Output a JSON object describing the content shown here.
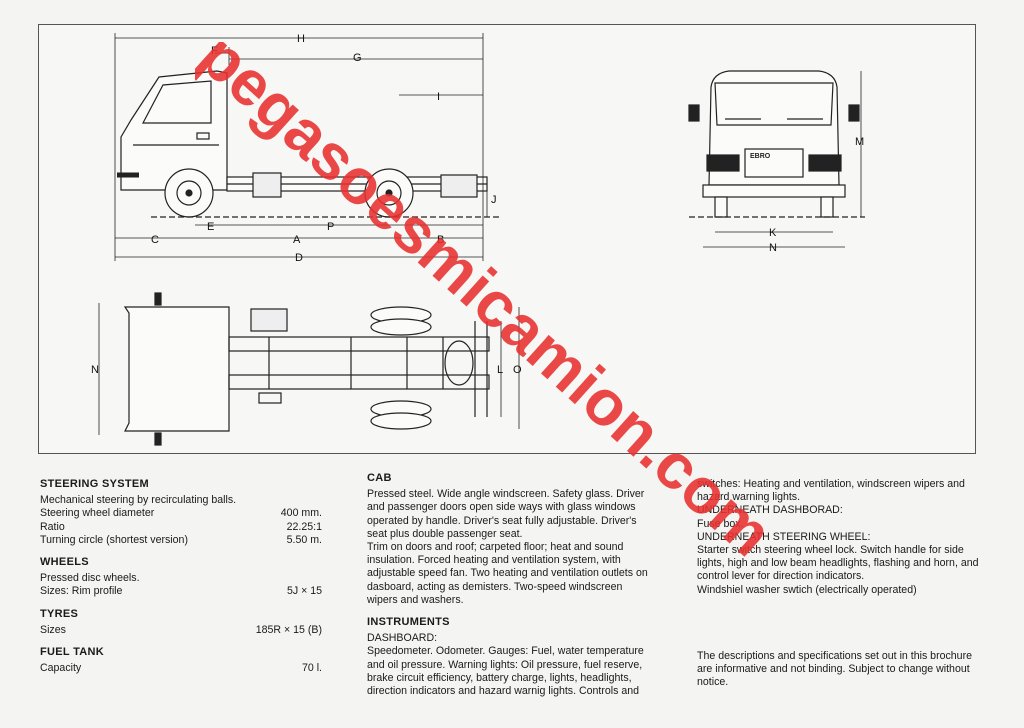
{
  "dimension_labels": {
    "side": [
      "H",
      "F",
      "G",
      "I",
      "J",
      "E",
      "P",
      "C",
      "A",
      "B",
      "D"
    ],
    "front": [
      "M",
      "K",
      "N"
    ],
    "top": [
      "N",
      "L",
      "O"
    ]
  },
  "cab_badge": "EBRO",
  "watermark": "pegasoesmicamion.com",
  "steering": {
    "title": "STEERING SYSTEM",
    "intro": "Mechanical steering by recirculating balls.",
    "rows": [
      {
        "label": "Steering wheel diameter",
        "value": "400 mm."
      },
      {
        "label": "Ratio",
        "value": "22.25:1"
      },
      {
        "label": "Turning circle (shortest version)",
        "value": "5.50 m."
      }
    ]
  },
  "wheels": {
    "title": "WHEELS",
    "intro": "Pressed disc wheels.",
    "rows": [
      {
        "label": "Sizes: Rim profile",
        "value": "5J × 15"
      }
    ]
  },
  "tyres": {
    "title": "TYRES",
    "rows": [
      {
        "label": "Sizes",
        "value": "185R × 15 (B)"
      }
    ]
  },
  "fuel": {
    "title": "FUEL TANK",
    "rows": [
      {
        "label": "Capacity",
        "value": "70 l."
      }
    ]
  },
  "cab": {
    "title": "CAB",
    "text": "Pressed steel. Wide angle windscreen. Safety glass. Driver and passenger doors open side ways with glass windows operated by handle. Driver's seat fully adjustable. Driver's seat plus double passenger seat.",
    "text2": "Trim on doors and roof; carpeted floor; heat and sound insulation. Forced heating and ventilation system, with adjustable speed fan. Two heating and ventilation outlets on dasboard, acting as demisters. Two-speed windscreen wipers and washers."
  },
  "instruments": {
    "title": "INSTRUMENTS",
    "dash_title": "DASHBOARD:",
    "dash_text": "Speedometer. Odometer. Gauges: Fuel, water temperature and oil pressure. Warning lights: Oil pressure, fuel reserve, brake circuit efficiency, battery charge, lights, headlights, direction indicators and hazard warnig lights. Controls and"
  },
  "col3": {
    "switches": "switches: Heating and ventilation, windscreen wipers and hazard warning lights.",
    "under_dash_title": "UNDERNEATH DASHBORAD:",
    "under_dash_text": "Fuse box.",
    "under_wheel_title": "UNDERNEATH STEERING WHEEL:",
    "under_wheel_text": "Starter switch steering wheel lock. Switch handle for side lights, high and low beam headlights, flashing and horn, and control lever for direction indicators.",
    "washer": "Windshiel washer swtich (electrically operated)",
    "disclaimer": "The descriptions and specifications set out in this brochure are informative and not binding. Subject to change without notice."
  }
}
